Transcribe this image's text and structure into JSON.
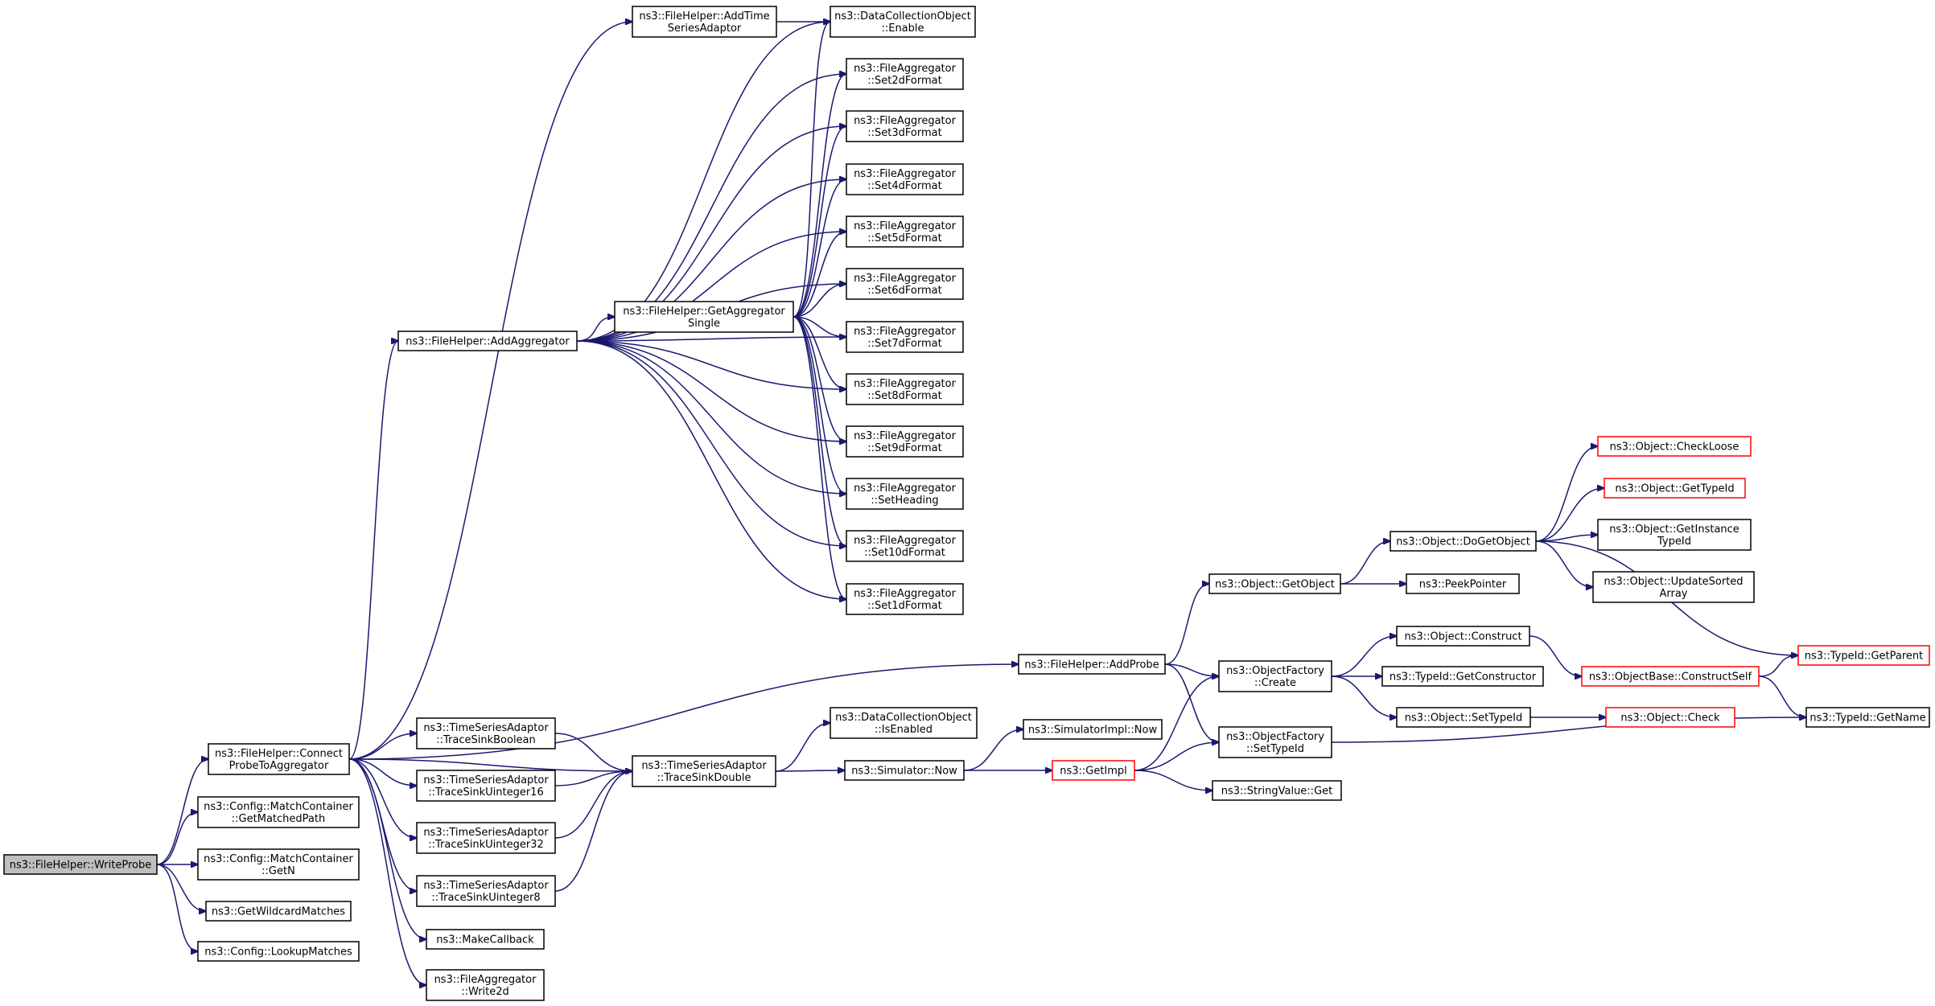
{
  "graph": {
    "title": "",
    "edge_color": "#191970",
    "truncated_border_color": "#ff0000",
    "root_fill": "#bfbfbf",
    "nodes": [
      {
        "id": "writeprobe",
        "lines": [
          "ns3::FileHelper::WriteProbe"
        ],
        "style": "root"
      },
      {
        "id": "connect",
        "lines": [
          "ns3::FileHelper::Connect",
          "ProbeToAggregator"
        ]
      },
      {
        "id": "getmatchedpath",
        "lines": [
          "ns3::Config::MatchContainer",
          "::GetMatchedPath"
        ]
      },
      {
        "id": "getn",
        "lines": [
          "ns3::Config::MatchContainer",
          "::GetN"
        ]
      },
      {
        "id": "getwildcard",
        "lines": [
          "ns3::GetWildcardMatches"
        ]
      },
      {
        "id": "lookupmatches",
        "lines": [
          "ns3::Config::LookupMatches"
        ]
      },
      {
        "id": "addaggregator",
        "lines": [
          "ns3::FileHelper::AddAggregator"
        ]
      },
      {
        "id": "addtimeseries",
        "lines": [
          "ns3::FileHelper::AddTime",
          "SeriesAdaptor"
        ]
      },
      {
        "id": "getaggsingle",
        "lines": [
          "ns3::FileHelper::GetAggregator",
          "Single"
        ]
      },
      {
        "id": "dcoenable",
        "lines": [
          "ns3::DataCollectionObject",
          "::Enable"
        ]
      },
      {
        "id": "set2d",
        "lines": [
          "ns3::FileAggregator",
          "::Set2dFormat"
        ]
      },
      {
        "id": "set3d",
        "lines": [
          "ns3::FileAggregator",
          "::Set3dFormat"
        ]
      },
      {
        "id": "set4d",
        "lines": [
          "ns3::FileAggregator",
          "::Set4dFormat"
        ]
      },
      {
        "id": "set5d",
        "lines": [
          "ns3::FileAggregator",
          "::Set5dFormat"
        ]
      },
      {
        "id": "set6d",
        "lines": [
          "ns3::FileAggregator",
          "::Set6dFormat"
        ]
      },
      {
        "id": "set7d",
        "lines": [
          "ns3::FileAggregator",
          "::Set7dFormat"
        ]
      },
      {
        "id": "set8d",
        "lines": [
          "ns3::FileAggregator",
          "::Set8dFormat"
        ]
      },
      {
        "id": "set9d",
        "lines": [
          "ns3::FileAggregator",
          "::Set9dFormat"
        ]
      },
      {
        "id": "setheading",
        "lines": [
          "ns3::FileAggregator",
          "::SetHeading"
        ]
      },
      {
        "id": "set10d",
        "lines": [
          "ns3::FileAggregator",
          "::Set10dFormat"
        ]
      },
      {
        "id": "set1d",
        "lines": [
          "ns3::FileAggregator",
          "::Set1dFormat"
        ]
      },
      {
        "id": "addprobe",
        "lines": [
          "ns3::FileHelper::AddProbe"
        ]
      },
      {
        "id": "tsboolean",
        "lines": [
          "ns3::TimeSeriesAdaptor",
          "::TraceSinkBoolean"
        ]
      },
      {
        "id": "tsuint16",
        "lines": [
          "ns3::TimeSeriesAdaptor",
          "::TraceSinkUinteger16"
        ]
      },
      {
        "id": "tsuint32",
        "lines": [
          "ns3::TimeSeriesAdaptor",
          "::TraceSinkUinteger32"
        ]
      },
      {
        "id": "tsuint8",
        "lines": [
          "ns3::TimeSeriesAdaptor",
          "::TraceSinkUinteger8"
        ]
      },
      {
        "id": "makecallback",
        "lines": [
          "ns3::MakeCallback"
        ]
      },
      {
        "id": "write2d",
        "lines": [
          "ns3::FileAggregator",
          "::Write2d"
        ]
      },
      {
        "id": "tsdouble",
        "lines": [
          "ns3::TimeSeriesAdaptor",
          "::TraceSinkDouble"
        ]
      },
      {
        "id": "dcoisenabled",
        "lines": [
          "ns3::DataCollectionObject",
          "::IsEnabled"
        ]
      },
      {
        "id": "simnow",
        "lines": [
          "ns3::Simulator::Now"
        ]
      },
      {
        "id": "simimplnow",
        "lines": [
          "ns3::SimulatorImpl::Now"
        ]
      },
      {
        "id": "getimpl",
        "lines": [
          "ns3::GetImpl"
        ],
        "style": "red"
      },
      {
        "id": "getobject",
        "lines": [
          "ns3::Object::GetObject"
        ]
      },
      {
        "id": "ofcreate",
        "lines": [
          "ns3::ObjectFactory",
          "::Create"
        ]
      },
      {
        "id": "ofsettypeid",
        "lines": [
          "ns3::ObjectFactory",
          "::SetTypeId"
        ]
      },
      {
        "id": "stringvalueget",
        "lines": [
          "ns3::StringValue::Get"
        ]
      },
      {
        "id": "dogetobject",
        "lines": [
          "ns3::Object::DoGetObject"
        ]
      },
      {
        "id": "peekpointer",
        "lines": [
          "ns3::PeekPointer"
        ]
      },
      {
        "id": "construct",
        "lines": [
          "ns3::Object::Construct"
        ]
      },
      {
        "id": "getconstructor",
        "lines": [
          "ns3::TypeId::GetConstructor"
        ]
      },
      {
        "id": "objsettypeid",
        "lines": [
          "ns3::Object::SetTypeId"
        ]
      },
      {
        "id": "checkloose",
        "lines": [
          "ns3::Object::CheckLoose"
        ],
        "style": "red"
      },
      {
        "id": "gettypeid",
        "lines": [
          "ns3::Object::GetTypeId"
        ],
        "style": "red"
      },
      {
        "id": "getinstancetypeid",
        "lines": [
          "ns3::Object::GetInstance",
          "TypeId"
        ]
      },
      {
        "id": "updatesorted",
        "lines": [
          "ns3::Object::UpdateSorted",
          "Array"
        ]
      },
      {
        "id": "constructself",
        "lines": [
          "ns3::ObjectBase::ConstructSelf"
        ],
        "style": "red"
      },
      {
        "id": "objcheck",
        "lines": [
          "ns3::Object::Check"
        ],
        "style": "red"
      },
      {
        "id": "getparent",
        "lines": [
          "ns3::TypeId::GetParent"
        ],
        "style": "red"
      },
      {
        "id": "getname",
        "lines": [
          "ns3::TypeId::GetName"
        ]
      }
    ],
    "edges": [
      [
        "writeprobe",
        "connect"
      ],
      [
        "writeprobe",
        "getmatchedpath"
      ],
      [
        "writeprobe",
        "getn"
      ],
      [
        "writeprobe",
        "getwildcard"
      ],
      [
        "writeprobe",
        "lookupmatches"
      ],
      [
        "connect",
        "addaggregator"
      ],
      [
        "connect",
        "addtimeseries"
      ],
      [
        "connect",
        "addprobe"
      ],
      [
        "connect",
        "tsboolean"
      ],
      [
        "connect",
        "tsuint16"
      ],
      [
        "connect",
        "tsuint32"
      ],
      [
        "connect",
        "tsuint8"
      ],
      [
        "connect",
        "makecallback"
      ],
      [
        "connect",
        "write2d"
      ],
      [
        "connect",
        "tsdouble"
      ],
      [
        "addaggregator",
        "getaggsingle"
      ],
      [
        "addaggregator",
        "dcoenable"
      ],
      [
        "addaggregator",
        "set2d"
      ],
      [
        "addaggregator",
        "set3d"
      ],
      [
        "addaggregator",
        "set4d"
      ],
      [
        "addaggregator",
        "set5d"
      ],
      [
        "addaggregator",
        "set6d"
      ],
      [
        "addaggregator",
        "set7d"
      ],
      [
        "addaggregator",
        "set8d"
      ],
      [
        "addaggregator",
        "set9d"
      ],
      [
        "addaggregator",
        "setheading"
      ],
      [
        "addaggregator",
        "set10d"
      ],
      [
        "addaggregator",
        "set1d"
      ],
      [
        "addtimeseries",
        "dcoenable"
      ],
      [
        "getaggsingle",
        "dcoenable"
      ],
      [
        "getaggsingle",
        "set2d"
      ],
      [
        "getaggsingle",
        "set3d"
      ],
      [
        "getaggsingle",
        "set4d"
      ],
      [
        "getaggsingle",
        "set5d"
      ],
      [
        "getaggsingle",
        "set6d"
      ],
      [
        "getaggsingle",
        "set7d"
      ],
      [
        "getaggsingle",
        "set8d"
      ],
      [
        "getaggsingle",
        "set9d"
      ],
      [
        "getaggsingle",
        "setheading"
      ],
      [
        "getaggsingle",
        "set10d"
      ],
      [
        "getaggsingle",
        "set1d"
      ],
      [
        "tsboolean",
        "tsdouble"
      ],
      [
        "tsuint16",
        "tsdouble"
      ],
      [
        "tsuint32",
        "tsdouble"
      ],
      [
        "tsuint8",
        "tsdouble"
      ],
      [
        "tsdouble",
        "dcoisenabled"
      ],
      [
        "tsdouble",
        "simnow"
      ],
      [
        "simnow",
        "simimplnow"
      ],
      [
        "simnow",
        "getimpl"
      ],
      [
        "getimpl",
        "ofcreate"
      ],
      [
        "getimpl",
        "ofsettypeid"
      ],
      [
        "getimpl",
        "stringvalueget"
      ],
      [
        "addprobe",
        "getobject"
      ],
      [
        "addprobe",
        "ofcreate"
      ],
      [
        "addprobe",
        "ofsettypeid"
      ],
      [
        "getobject",
        "dogetobject"
      ],
      [
        "getobject",
        "peekpointer"
      ],
      [
        "dogetobject",
        "checkloose"
      ],
      [
        "dogetobject",
        "gettypeid"
      ],
      [
        "dogetobject",
        "getinstancetypeid"
      ],
      [
        "dogetobject",
        "updatesorted"
      ],
      [
        "dogetobject",
        "getparent"
      ],
      [
        "ofcreate",
        "construct"
      ],
      [
        "ofcreate",
        "getconstructor"
      ],
      [
        "ofcreate",
        "objsettypeid"
      ],
      [
        "construct",
        "constructself"
      ],
      [
        "objsettypeid",
        "objcheck"
      ],
      [
        "constructself",
        "getparent"
      ],
      [
        "constructself",
        "getname"
      ],
      [
        "ofsettypeid",
        "getname"
      ]
    ]
  }
}
